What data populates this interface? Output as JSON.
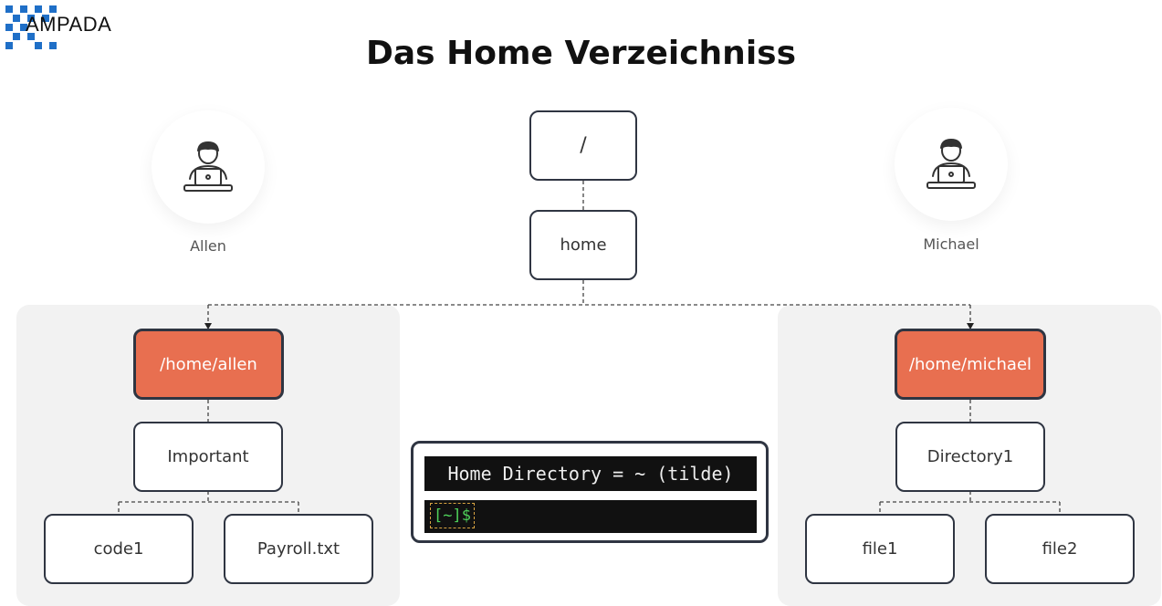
{
  "logo": {
    "text": "AMPADA"
  },
  "title": "Das Home Verzeichniss",
  "users": {
    "left": {
      "name": "Allen",
      "icon": "user-laptop-icon"
    },
    "right": {
      "name": "Michael",
      "icon": "user-laptop-icon"
    }
  },
  "tree": {
    "root": "/",
    "home": "home",
    "left": {
      "home_dir": "/home/allen",
      "child": "Important",
      "leaves": [
        "code1",
        "Payroll.txt"
      ]
    },
    "right": {
      "home_dir": "/home/michael",
      "child": "Directory1",
      "leaves": [
        "file1",
        "file2"
      ]
    }
  },
  "terminal": {
    "heading": "Home Directory = ~ (tilde)",
    "prompt": "[~]$"
  },
  "colors": {
    "accent": "#e86f50",
    "border": "#2f3542",
    "panel": "#f2f2f2",
    "prompt_green": "#4fd15a",
    "logo_blue": "#1f6fc7"
  }
}
